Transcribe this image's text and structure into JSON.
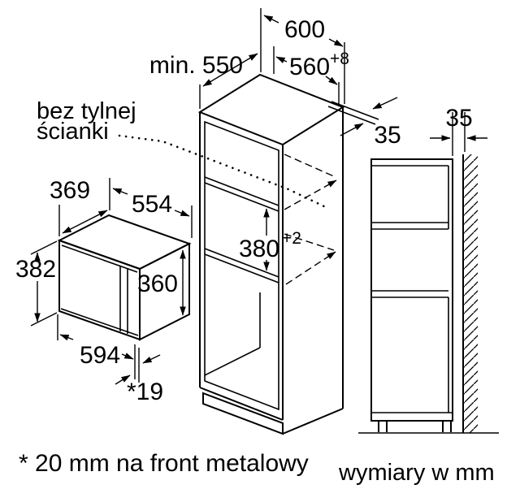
{
  "diagram": {
    "footnote": "* 20 mm na front metalowy",
    "units_label": "wymiary w mm",
    "no_back_wall_label": {
      "line1": "bez tylnej",
      "line2": "ścianki"
    },
    "cabinet": {
      "width": "600",
      "niche_width": "560",
      "niche_width_tolerance": "+8",
      "depth_min": "min. 550",
      "niche_height": "380",
      "niche_height_tolerance": "+2",
      "side_frame": "35"
    },
    "wall": {
      "gap": "35"
    },
    "appliance": {
      "depth": "369",
      "top_width": "554",
      "height": "382",
      "side_height": "360",
      "bottom_width": "594",
      "front_offset": "*19"
    }
  }
}
